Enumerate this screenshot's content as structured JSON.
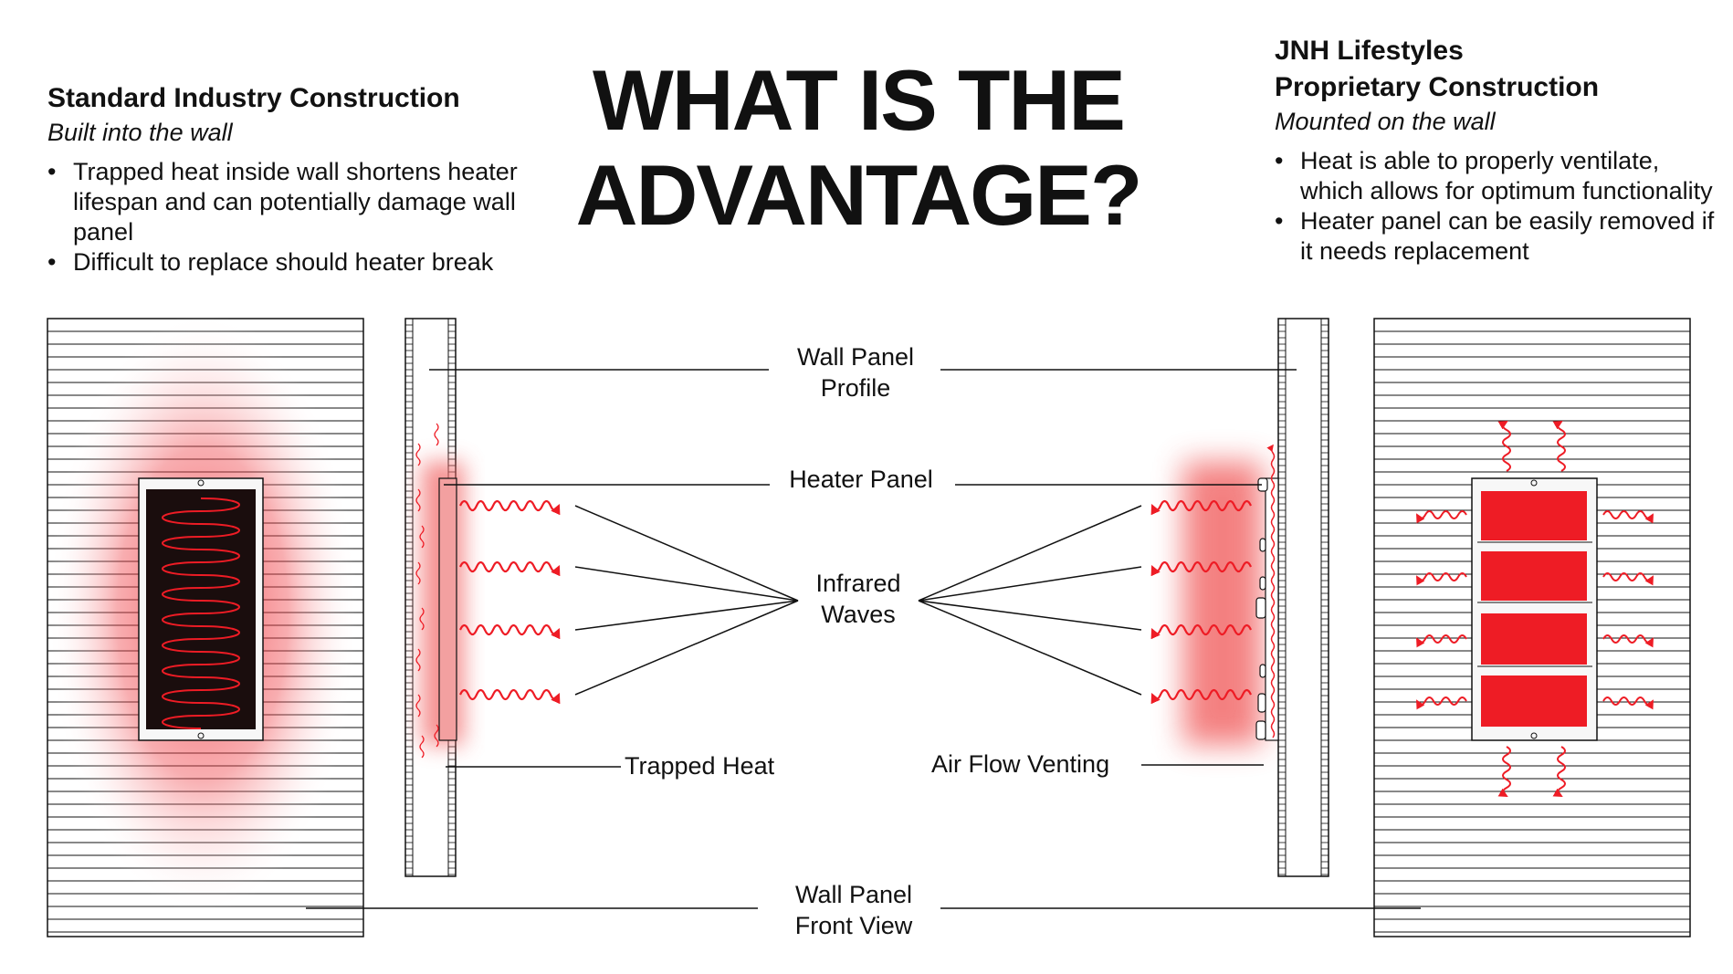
{
  "title": {
    "line1": "WHAT IS THE",
    "line2": "ADVANTAGE?"
  },
  "left": {
    "heading": "Standard Industry Construction",
    "subheading": "Built into the wall",
    "bullets": [
      "Trapped heat inside wall shortens heater lifespan and can potentially damage wall panel",
      "Difficult to replace should heater break"
    ]
  },
  "right": {
    "heading_line1": "JNH Lifestyles",
    "heading_line2": "Proprietary Construction",
    "subheading": "Mounted on the wall",
    "bullets": [
      "Heat is able to properly ventilate, which allows for optimum functionality",
      "Heater panel can be easily removed if it needs replacement"
    ]
  },
  "labels": {
    "wall_panel_profile_1": "Wall Panel",
    "wall_panel_profile_2": "Profile",
    "heater_panel": "Heater Panel",
    "infrared_1": "Infrared",
    "infrared_2": "Waves",
    "trapped_heat": "Trapped Heat",
    "air_flow_venting": "Air Flow Venting",
    "wall_front_1": "Wall Panel",
    "wall_front_2": "Front View"
  },
  "colors": {
    "heat_red": "#ee1c25",
    "glow_red": "#f26a6a",
    "line_black": "#111111",
    "heater_dark": "#1a0d0d"
  }
}
